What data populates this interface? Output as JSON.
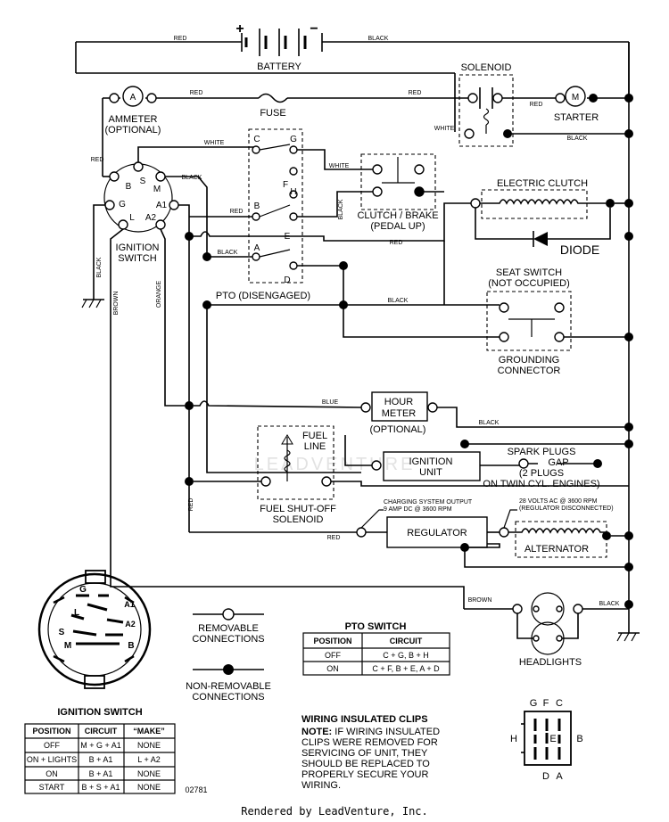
{
  "labels": {
    "battery": "BATTERY",
    "solenoid": "SOLENOID",
    "ammeter": "AMMETER",
    "ammeter_opt": "(OPTIONAL)",
    "fuse": "FUSE",
    "starter": "STARTER",
    "clutch_brake": "CLUTCH / BRAKE",
    "clutch_brake_sub": "(PEDAL UP)",
    "electric_clutch": "ELECTRIC CLUTCH",
    "diode": "DIODE",
    "seat_switch": "SEAT SWITCH",
    "seat_switch_sub": "(NOT OCCUPIED)",
    "grounding_1": "GROUNDING",
    "grounding_2": "CONNECTOR",
    "ignition_switch_1": "IGNITION",
    "ignition_switch_2": "SWITCH",
    "pto": "PTO (DISENGAGED)",
    "hour_meter_1": "HOUR",
    "hour_meter_2": "METER",
    "hour_meter_opt": "(OPTIONAL)",
    "fuel_line_1": "FUEL",
    "fuel_line_2": "LINE",
    "ignition_unit_1": "IGNITION",
    "ignition_unit_2": "UNIT",
    "spark_1": "SPARK PLUGS",
    "spark_2": "GAP",
    "spark_3": "(2 PLUGS",
    "spark_4": "ON TWIN CYL. ENGINES)",
    "fuel_solenoid_1": "FUEL SHUT-OFF",
    "fuel_solenoid_2": "SOLENOID",
    "charging_1": "CHARGING SYSTEM OUTPUT",
    "charging_2": "9 AMP DC @ 3600 RPM",
    "alt_note_1": "28 VOLTS AC @ 3600 RPM",
    "alt_note_2": "(REGULATOR DISCONNECTED)",
    "regulator": "REGULATOR",
    "alternator": "ALTERNATOR",
    "headlights": "HEADLIGHTS",
    "removable_1": "REMOVABLE",
    "removable_2": "CONNECTIONS",
    "nonremovable_1": "NON-REMOVABLE",
    "nonremovable_2": "CONNECTIONS",
    "wiring_title": "WIRING INSULATED CLIPS",
    "note_prefix": "NOTE:",
    "note_1": " IF WIRING INSULATED",
    "note_2": "CLIPS WERE REMOVED FOR",
    "note_3": "SERVICING OF UNIT, THEY",
    "note_4": "SHOULD BE REPLACED TO",
    "note_5": "PROPERLY SECURE YOUR",
    "note_6": "WIRING.",
    "part_number": "02781",
    "watermark": "LEADVENTURE",
    "footer": "Rendered by LeadVenture, Inc."
  },
  "wires": {
    "red": "RED",
    "black": "BLACK",
    "white": "WHITE",
    "blue": "BLUE",
    "brown": "BROWN",
    "orange": "ORANGE"
  },
  "terminals": {
    "battery_pos": "+",
    "battery_neg": "−",
    "ammeter": "A",
    "starter": "M",
    "ign": [
      "B",
      "S",
      "M",
      "G",
      "L",
      "A1",
      "A2"
    ],
    "pto": [
      "C",
      "G",
      "F",
      "H",
      "B",
      "E",
      "A",
      "D"
    ],
    "plug": [
      "G",
      "F",
      "C",
      "H",
      "E",
      "B",
      "D",
      "A"
    ]
  },
  "ignition_table": {
    "title": "IGNITION SWITCH",
    "headers": [
      "POSITION",
      "CIRCUIT",
      "“MAKE”"
    ],
    "rows": [
      [
        "OFF",
        "M + G + A1",
        "NONE"
      ],
      [
        "ON + LIGHTS",
        "B + A1",
        "L + A2"
      ],
      [
        "ON",
        "B + A1",
        "NONE"
      ],
      [
        "START",
        "B + S + A1",
        "NONE"
      ]
    ]
  },
  "pto_table": {
    "title": "PTO SWITCH",
    "headers": [
      "POSITION",
      "CIRCUIT"
    ],
    "rows": [
      [
        "OFF",
        "C + G, B + H"
      ],
      [
        "ON",
        "C + F, B + E, A + D"
      ]
    ]
  }
}
